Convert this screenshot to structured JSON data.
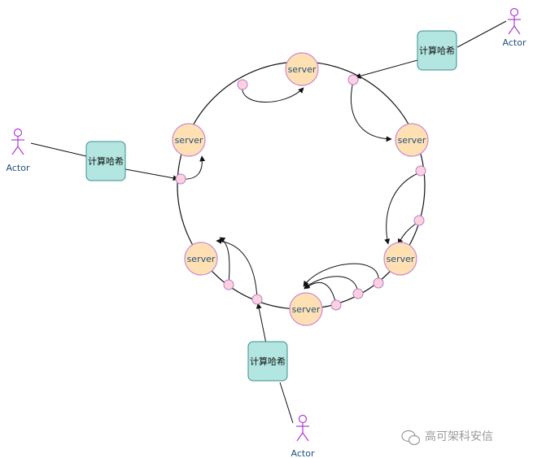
{
  "colors": {
    "server_fill": "#ffe0b3",
    "server_stroke": "#c88ad8",
    "node_fill": "#ffd1dc",
    "node_stroke": "#b07ed0",
    "hash_fill": "#b3e6e1",
    "hash_stroke": "#3a8f8f",
    "actor_stroke": "#b03bd3",
    "label_color": "#1f4e79"
  },
  "servers": [
    {
      "id": "server-top",
      "label": "server"
    },
    {
      "id": "server-right",
      "label": "server"
    },
    {
      "id": "server-bottom-right",
      "label": "server"
    },
    {
      "id": "server-bottom",
      "label": "server"
    },
    {
      "id": "server-left-bottom",
      "label": "server"
    },
    {
      "id": "server-left",
      "label": "server"
    }
  ],
  "hash_boxes": [
    {
      "id": "hash-top-right",
      "label": "计算哈希"
    },
    {
      "id": "hash-left",
      "label": "计算哈希"
    },
    {
      "id": "hash-bottom",
      "label": "计算哈希"
    }
  ],
  "actors": [
    {
      "id": "actor-top-right",
      "label": "Actor"
    },
    {
      "id": "actor-left",
      "label": "Actor"
    },
    {
      "id": "actor-bottom",
      "label": "Actor"
    }
  ],
  "watermark": {
    "text": "高可架科安信",
    "icon": "wechat-icon"
  }
}
